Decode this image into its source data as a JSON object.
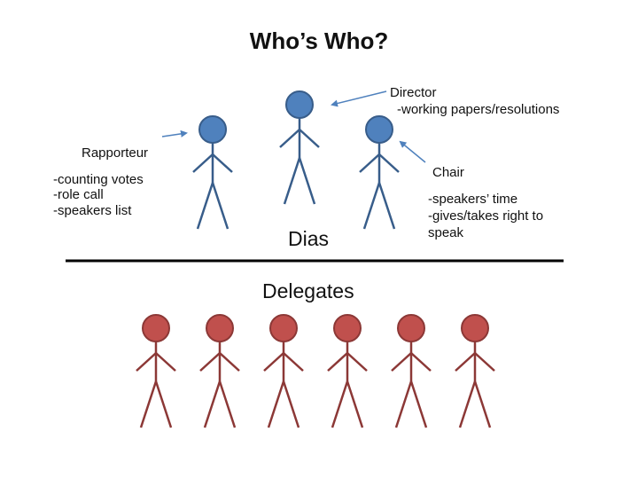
{
  "title": "Who’s Who?",
  "director": {
    "label": "Director",
    "description": "-working papers/resolutions"
  },
  "rapporteur": {
    "label": "Rapporteur",
    "description": "-counting votes\n-role call\n-speakers list"
  },
  "chair": {
    "label": "Chair",
    "description": "-speakers’ time\n-gives/takes right to\nspeak"
  },
  "dias_label": "Dias",
  "delegates_label": "Delegates",
  "colors": {
    "dias_figure_fill": "#4f81bd",
    "dias_figure_stroke": "#385d8a",
    "delegate_figure_fill": "#c0504d",
    "delegate_figure_stroke": "#8c3836",
    "divider": "#000000",
    "arrow": "#4f81bd"
  },
  "icons": {
    "dias_figure": "stick-figure-icon",
    "delegate_figure": "stick-figure-icon"
  },
  "delegate_count": 6
}
